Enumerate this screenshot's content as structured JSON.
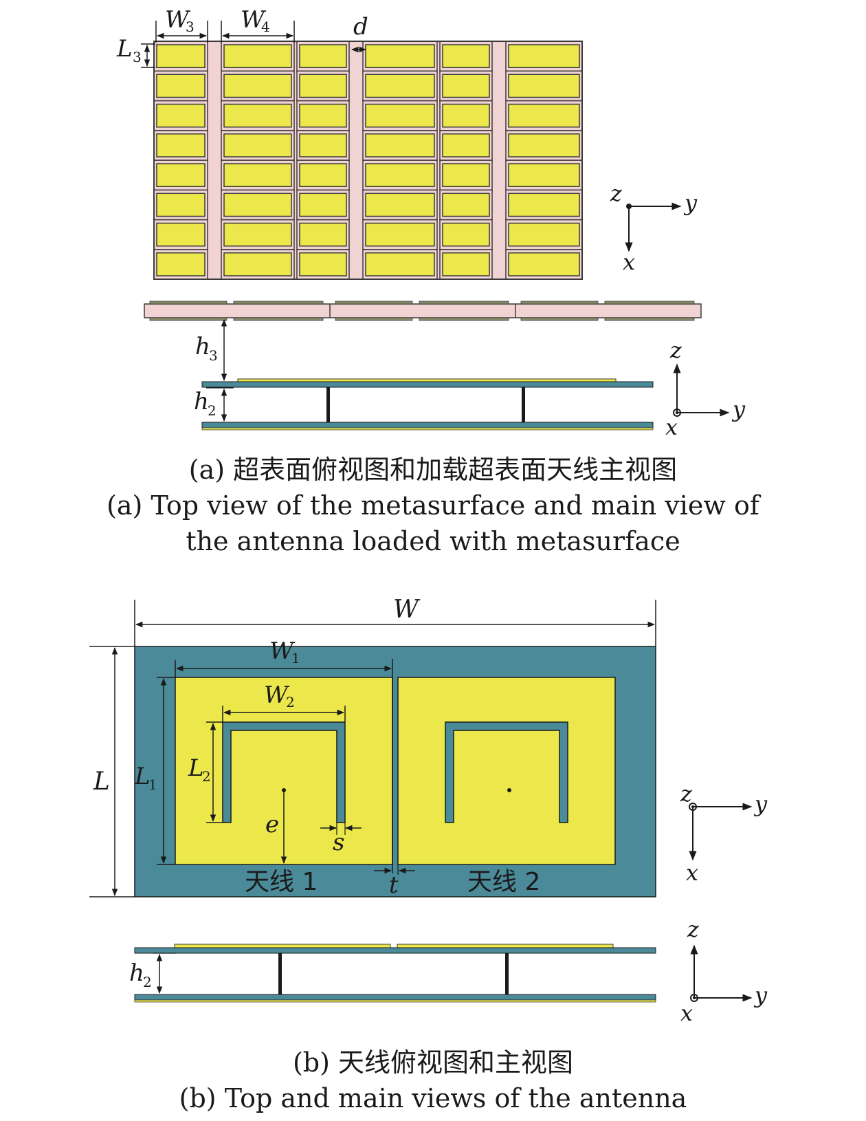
{
  "colors": {
    "patch": "#ece84c",
    "pink": "#f2d3d3",
    "substrate": "#4a8a99",
    "outline": "#3a3a3a",
    "line": "#1a1a1a"
  },
  "part_a": {
    "labels": {
      "W3": "W",
      "W3_sub": "3",
      "W4": "W",
      "W4_sub": "4",
      "d": "d",
      "L3": "L",
      "L3_sub": "3",
      "h3": "h",
      "h3_sub": "3",
      "h2": "h",
      "h2_sub": "2"
    },
    "axes_top": {
      "z": "z",
      "y": "y",
      "x": "x"
    },
    "axes_side": {
      "z": "z",
      "y": "y",
      "x": "x"
    },
    "caption_cn": "(a) 超表面俯视图和加载超表面天线主视图",
    "caption_en_1": "(a) Top view of the metasurface and main view of",
    "caption_en_2": "the antenna loaded with metasurface"
  },
  "part_b": {
    "labels": {
      "W": "W",
      "W1": "W",
      "W1_sub": "1",
      "W2": "W",
      "W2_sub": "2",
      "L": "L",
      "L1": "L",
      "L1_sub": "1",
      "L2": "L",
      "L2_sub": "2",
      "e": "e",
      "s": "s",
      "t": "t",
      "h2": "h",
      "h2_sub": "2"
    },
    "antenna1": "天线 1",
    "antenna2": "天线 2",
    "axes_top": {
      "z": "z",
      "y": "y",
      "x": "x"
    },
    "axes_side": {
      "z": "z",
      "y": "y",
      "x": "x"
    },
    "caption_cn": "(b) 天线俯视图和主视图",
    "caption_en": "(b) Top and main views of the antenna"
  }
}
